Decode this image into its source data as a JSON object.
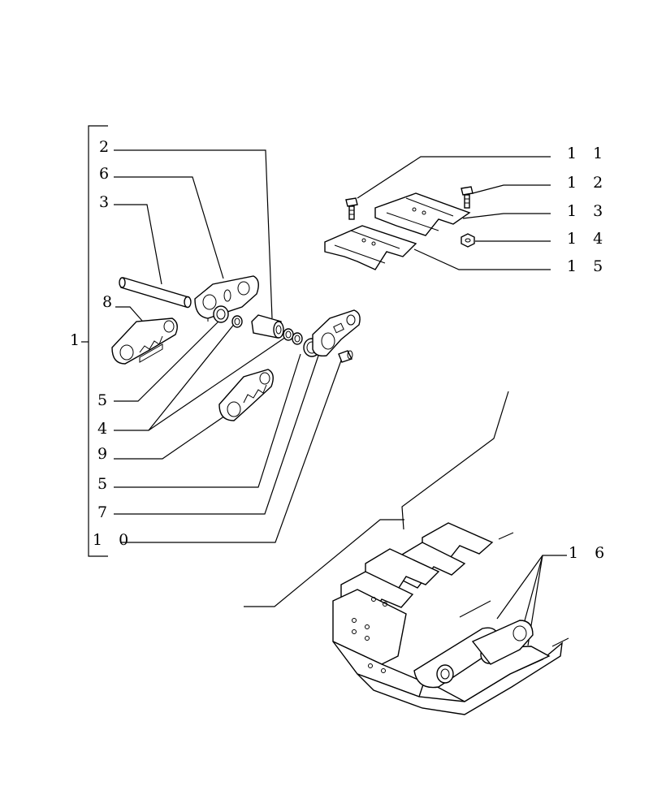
{
  "labels": {
    "n1": "1",
    "n2": "2",
    "n6": "6",
    "n3": "3",
    "n8": "8",
    "n5a": "5",
    "n4": "4",
    "n9": "9",
    "n5b": "5",
    "n7": "7",
    "n10": "1 0",
    "n11": "1 1",
    "n12": "1 2",
    "n13": "1 3",
    "n14": "1 4",
    "n15": "1 5",
    "n16": "1 6"
  },
  "colors": {
    "ink": "#000000",
    "paper": "#ffffff"
  }
}
